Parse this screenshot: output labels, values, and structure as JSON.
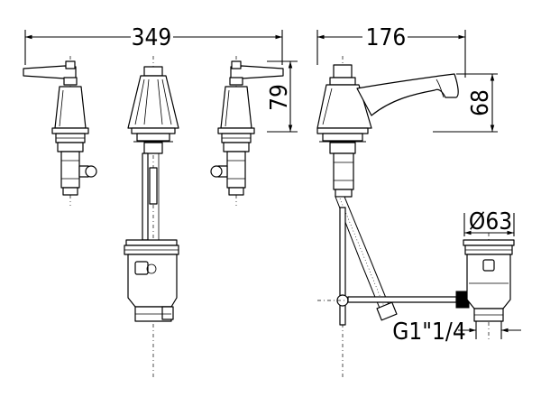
{
  "dimensions": {
    "width_total": "349",
    "depth_spout": "176",
    "height_handle": "79",
    "height_spout": "68",
    "waste_diameter": "Ø63",
    "thread": "G1\"1/4"
  }
}
